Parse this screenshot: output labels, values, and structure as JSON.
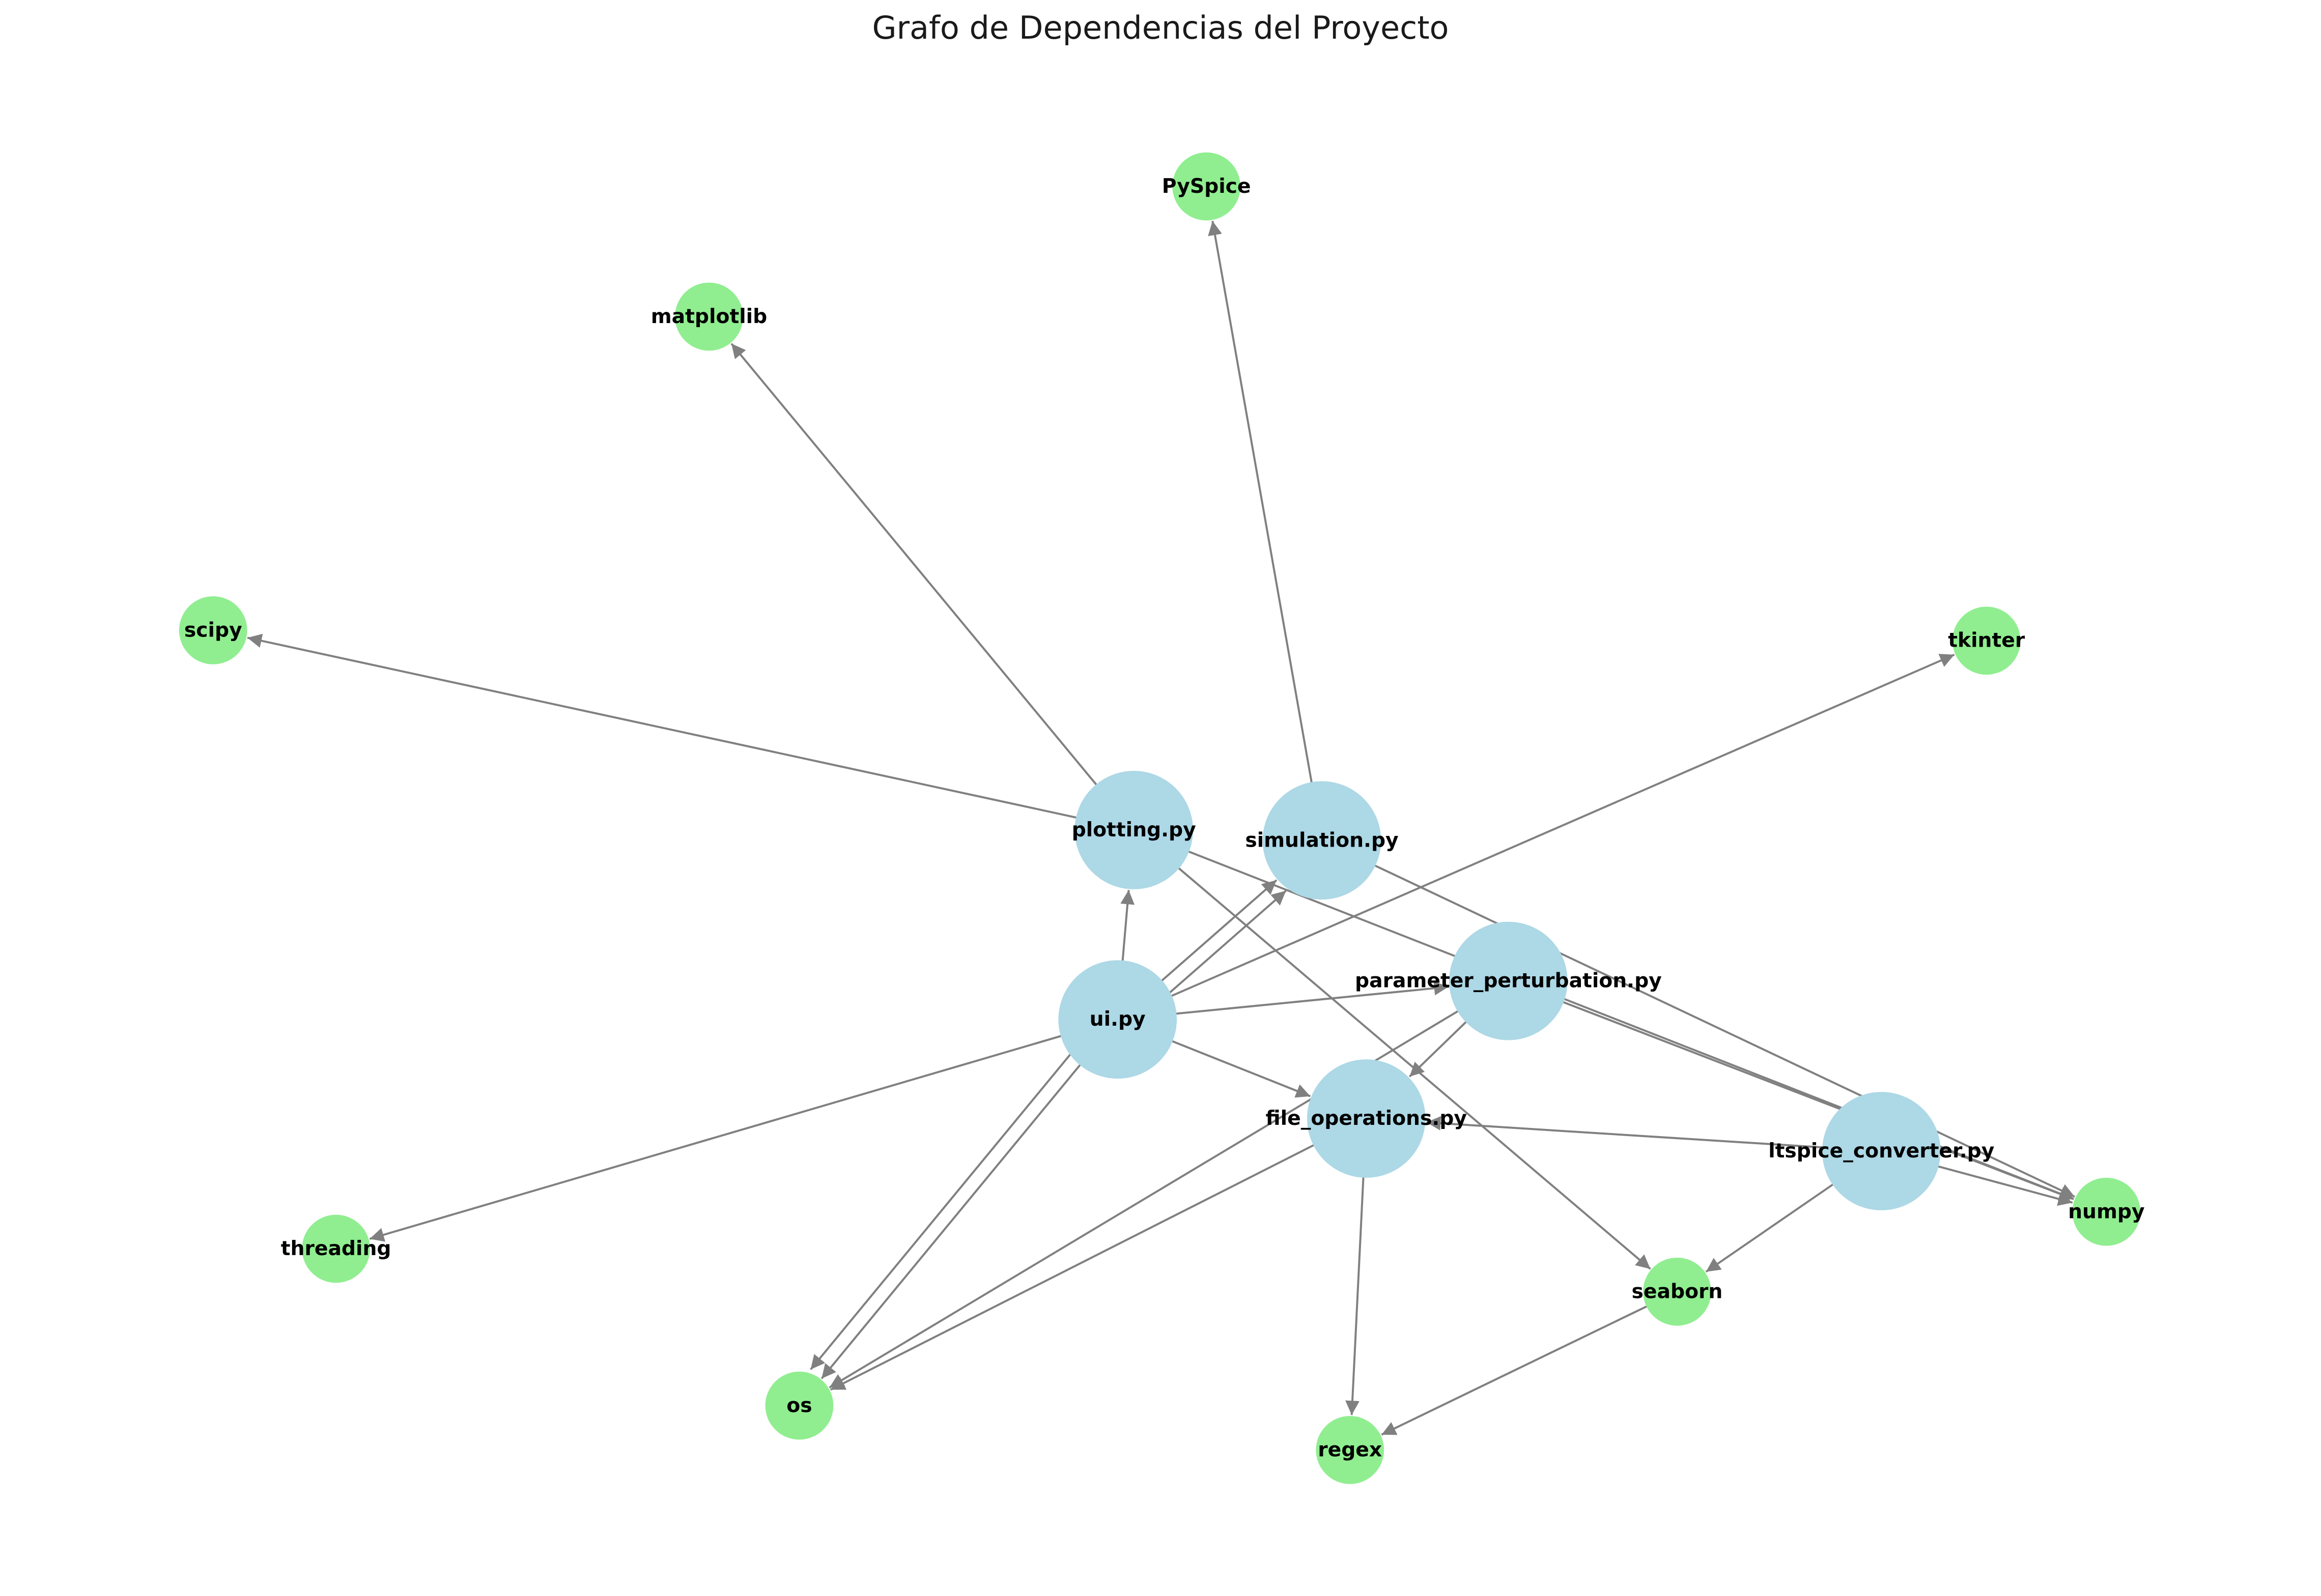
{
  "title": "Grafo de Dependencias del Proyecto",
  "colors": {
    "module_node": "#add8e6",
    "library_node": "#90ee90",
    "edge": "#808080",
    "label": "#000000"
  },
  "nodes": [
    {
      "id": "plotting",
      "label": "plotting.py",
      "kind": "module"
    },
    {
      "id": "simulation",
      "label": "simulation.py",
      "kind": "module"
    },
    {
      "id": "parameter_perturbation",
      "label": "parameter_perturbation.py",
      "kind": "module"
    },
    {
      "id": "ui",
      "label": "ui.py",
      "kind": "module"
    },
    {
      "id": "file_operations",
      "label": "file_operations.py",
      "kind": "module"
    },
    {
      "id": "ltspice_converter",
      "label": "ltspice_converter.py",
      "kind": "module"
    },
    {
      "id": "PySpice",
      "label": "PySpice",
      "kind": "library"
    },
    {
      "id": "matplotlib",
      "label": "matplotlib",
      "kind": "library"
    },
    {
      "id": "scipy",
      "label": "scipy",
      "kind": "library"
    },
    {
      "id": "tkinter",
      "label": "tkinter",
      "kind": "library"
    },
    {
      "id": "threading",
      "label": "threading",
      "kind": "library"
    },
    {
      "id": "numpy",
      "label": "numpy",
      "kind": "library"
    },
    {
      "id": "seaborn",
      "label": "seaborn",
      "kind": "library"
    },
    {
      "id": "os",
      "label": "os",
      "kind": "library"
    },
    {
      "id": "regex",
      "label": "regex",
      "kind": "library"
    }
  ],
  "edges": [
    {
      "from": "plotting",
      "to": "matplotlib"
    },
    {
      "from": "plotting",
      "to": "scipy"
    },
    {
      "from": "plotting",
      "to": "seaborn"
    },
    {
      "from": "plotting",
      "to": "numpy"
    },
    {
      "from": "simulation",
      "to": "PySpice"
    },
    {
      "from": "simulation",
      "to": "numpy"
    },
    {
      "from": "ui",
      "to": "plotting"
    },
    {
      "from": "ui",
      "to": "simulation"
    },
    {
      "from": "ui",
      "to": "simulation"
    },
    {
      "from": "ui",
      "to": "parameter_perturbation"
    },
    {
      "from": "ui",
      "to": "file_operations"
    },
    {
      "from": "ui",
      "to": "tkinter"
    },
    {
      "from": "ui",
      "to": "threading"
    },
    {
      "from": "ui",
      "to": "os"
    },
    {
      "from": "ui",
      "to": "os"
    },
    {
      "from": "parameter_perturbation",
      "to": "file_operations"
    },
    {
      "from": "parameter_perturbation",
      "to": "numpy"
    },
    {
      "from": "parameter_perturbation",
      "to": "os"
    },
    {
      "from": "file_operations",
      "to": "os"
    },
    {
      "from": "file_operations",
      "to": "regex"
    },
    {
      "from": "ltspice_converter",
      "to": "file_operations"
    },
    {
      "from": "ltspice_converter",
      "to": "numpy"
    },
    {
      "from": "ltspice_converter",
      "to": "seaborn"
    },
    {
      "from": "seaborn",
      "to": "regex"
    }
  ]
}
